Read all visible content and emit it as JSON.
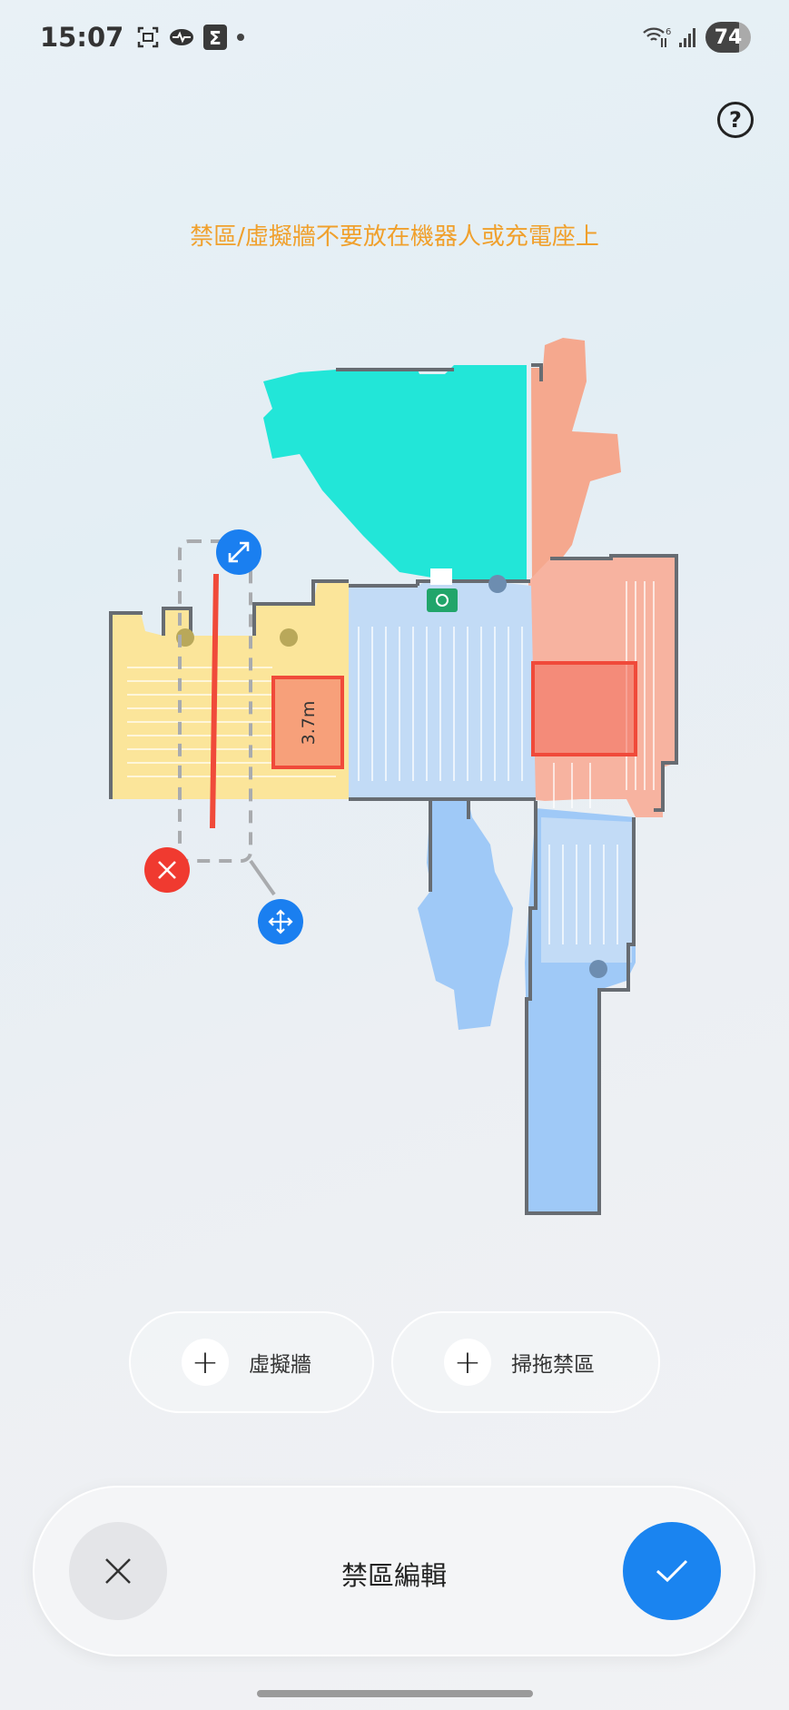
{
  "status_bar": {
    "time": "15:07",
    "battery": "74",
    "icons": [
      "screenshot-icon",
      "activity-icon",
      "sigma-app-icon",
      "notification-dot-icon",
      "wifi-6-icon",
      "cell-signal-icon"
    ]
  },
  "help_icon": "?",
  "warning": "禁區/虛擬牆不要放在機器人或充電座上",
  "map": {
    "zone_label": "3.7m",
    "colors": {
      "yellow_room": "#fbe59a",
      "blue_room": "#bdd9f7",
      "teal_room": "#22e6d8",
      "salmon_room": "#f5a88e",
      "no_go": "#f04a3a",
      "wall": "#6a6f75",
      "control_blue": "#1a7ff0",
      "control_red": "#f03a30"
    }
  },
  "actions": {
    "virtual_wall": "虛擬牆",
    "no_mop_zone": "掃拖禁區"
  },
  "bottom_bar": {
    "title": "禁區編輯"
  }
}
